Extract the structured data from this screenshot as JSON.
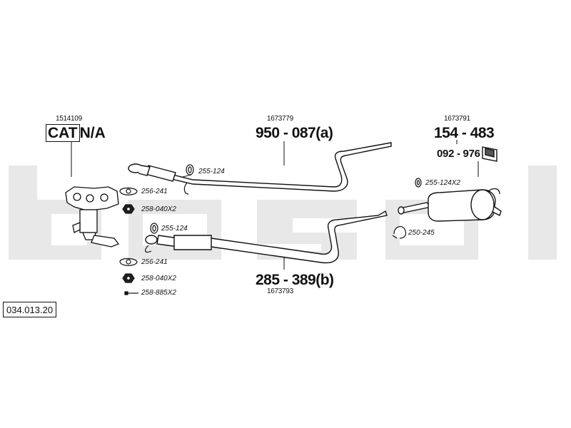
{
  "diagram_id": "034.013.20",
  "watermark": "bosal",
  "parts": {
    "catalyst": {
      "ref": "1514109",
      "label": "CAT",
      "suffix": "N/A"
    },
    "front_pipe_a": {
      "ref": "1673779",
      "number": "950 - 087(a)"
    },
    "front_pipe_b": {
      "ref": "1673793",
      "number": "285 - 389(b)"
    },
    "rear_silencer": {
      "ref": "1673791",
      "number": "154 - 483"
    },
    "rubber_mount": {
      "number": "092 - 976"
    }
  },
  "fittings": {
    "gasket_top": "255-124",
    "gasket_mid": "255-124",
    "gasket_rear": "255-124X2",
    "clamp_rear": "250-245",
    "manifold_gasket_1": "256-241",
    "nut_1": "258-040X2",
    "manifold_gasket_2": "256-241",
    "nut_2": "258-040X2",
    "bolt": "258-885X2"
  },
  "colors": {
    "line": "#111111",
    "watermark": "#e6e6e6"
  }
}
